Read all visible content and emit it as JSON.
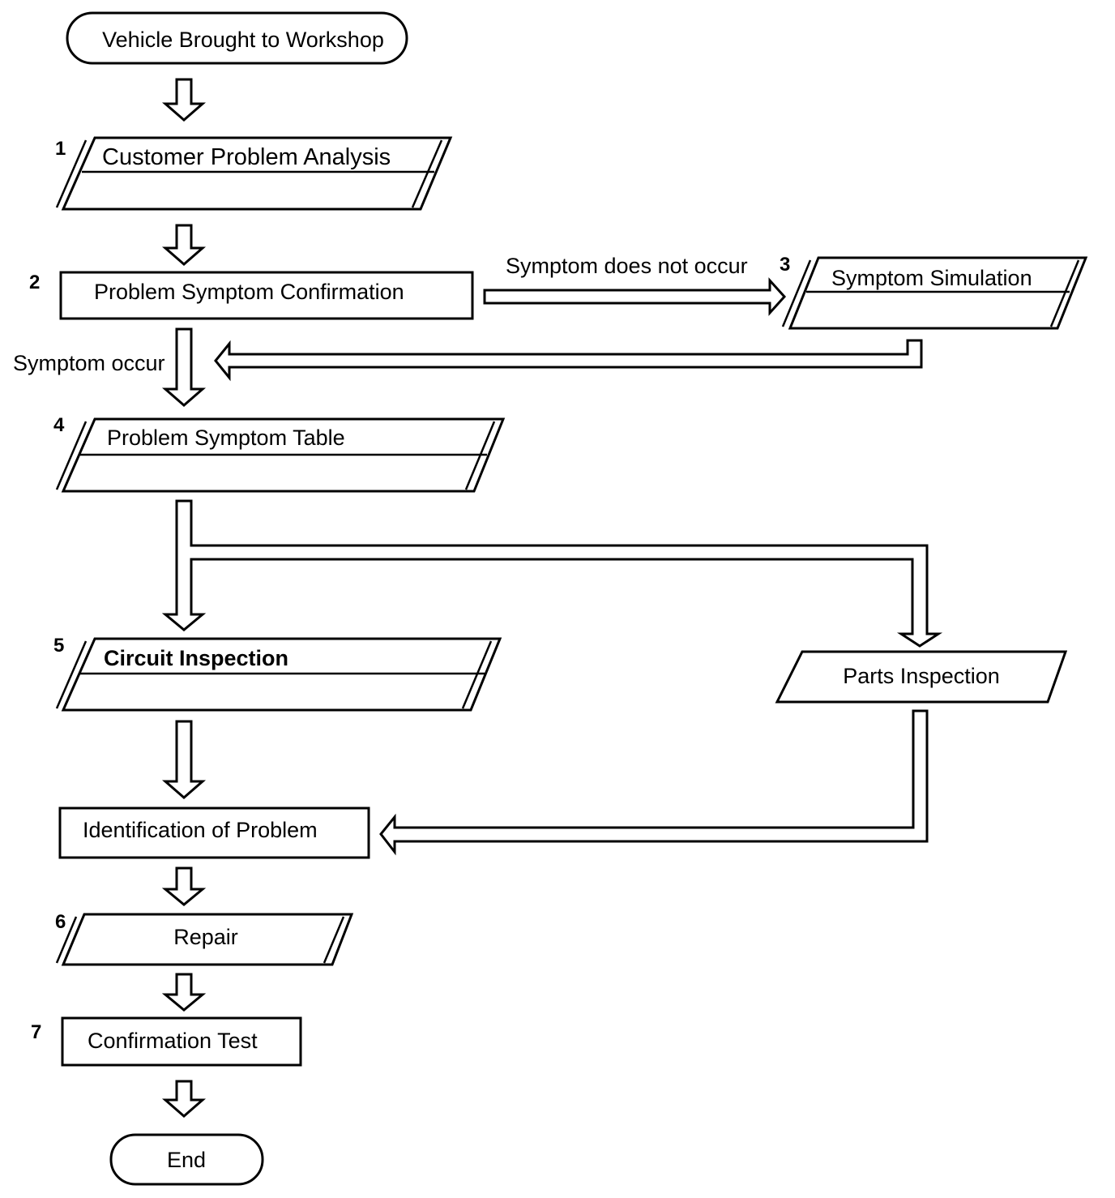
{
  "flowchart": {
    "start": "Vehicle Brought to Workshop",
    "steps": [
      {
        "number": "1",
        "label": "Customer Problem Analysis"
      },
      {
        "number": "2",
        "label": "Problem Symptom Confirmation"
      },
      {
        "number": "3",
        "label": "Symptom Simulation"
      },
      {
        "number": "4",
        "label": "Problem Symptom Table"
      },
      {
        "number": "5",
        "label": "Circuit Inspection"
      },
      {
        "number": "6",
        "label": "Repair"
      },
      {
        "number": "7",
        "label": "Confirmation Test"
      }
    ],
    "parts_inspection": "Parts Inspection",
    "identification": "Identification of Problem",
    "end": "End",
    "branches": {
      "not_occur": "Symptom does not occur",
      "occur": "Symptom occur"
    }
  }
}
